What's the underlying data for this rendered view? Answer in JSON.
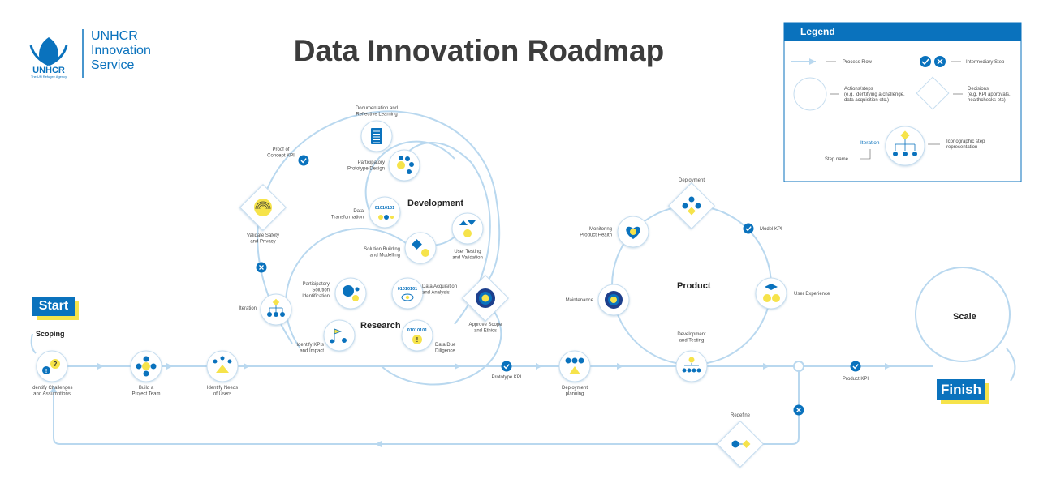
{
  "header": {
    "title": "Data Innovation Roadmap",
    "org_line1": "UNHCR",
    "org_line2": "Innovation",
    "org_line3": "Service",
    "logo_text": "UNHCR",
    "logo_sub": "The UN Refugee Agency"
  },
  "badges": {
    "start": "Start",
    "finish": "Finish"
  },
  "stages": {
    "scoping": "Scoping",
    "research": "Research",
    "development": "Development",
    "product": "Product",
    "scale": "Scale"
  },
  "steps": {
    "identify_challenges": [
      "Identify Challenges",
      "and Assumptions"
    ],
    "build_team": [
      "Build a",
      "Project Team"
    ],
    "identify_needs": [
      "Identify Needs",
      "of Users"
    ],
    "iteration": [
      "Iteration"
    ],
    "identify_kpis": [
      "Identify KPIs",
      "and Impact"
    ],
    "participatory_solution": [
      "Participatory",
      "Solution",
      "Identification"
    ],
    "data_acquisition": [
      "Data Acquisition",
      "and Analysis"
    ],
    "data_due_diligence": [
      "Data Due",
      "Diligence"
    ],
    "approve_scope": [
      "Approve Scope",
      "and Ethics"
    ],
    "validate_safety": [
      "Validate Safety",
      "and Privacy"
    ],
    "proof_of_concept": [
      "Proof of",
      "Concept KPI"
    ],
    "documentation": [
      "Documentation and",
      "Reflective Learning"
    ],
    "participatory_prototype": [
      "Participatory",
      "Prototype Design"
    ],
    "data_transformation": [
      "Data",
      "Transformation"
    ],
    "solution_building": [
      "Solution Building",
      "and Modelling"
    ],
    "user_testing": [
      "User Testing",
      "and Validation"
    ],
    "prototype_kpi": [
      "Prototype KPI"
    ],
    "deployment_planning": [
      "Deployment",
      "planning"
    ],
    "deployment": [
      "Deployment"
    ],
    "monitoring": [
      "Monitoring",
      "Product Health"
    ],
    "model_kpi": [
      "Model KPI"
    ],
    "maintenance": [
      "Maintenance"
    ],
    "user_experience": [
      "User Experience"
    ],
    "dev_testing": [
      "Development",
      "and Testing"
    ],
    "product_kpi": [
      "Product KPI"
    ],
    "redefine": [
      "Redefine"
    ]
  },
  "data_icon_text": "01010101",
  "legend": {
    "title": "Legend",
    "process_flow": "Process Flow",
    "intermediary_step": "Intermediary Step",
    "actions": [
      "Actions/steps",
      "(e.g. identifying a challenge,",
      "data acquisition etc.)"
    ],
    "decisions": [
      "Decisions",
      "(e.g. KPI approvals,",
      "healthchecks etc)"
    ],
    "iteration_example": "Iteration",
    "step_name": "Step name",
    "iconographic": [
      "Iconographic step",
      "representation"
    ]
  },
  "colors": {
    "blue": "#0a72bd",
    "dark_blue": "#0a5ea8",
    "yellow": "#f6e34a",
    "flow": "#b9d8ef",
    "outline": "#c6ddef",
    "text": "#4a4a4a"
  }
}
